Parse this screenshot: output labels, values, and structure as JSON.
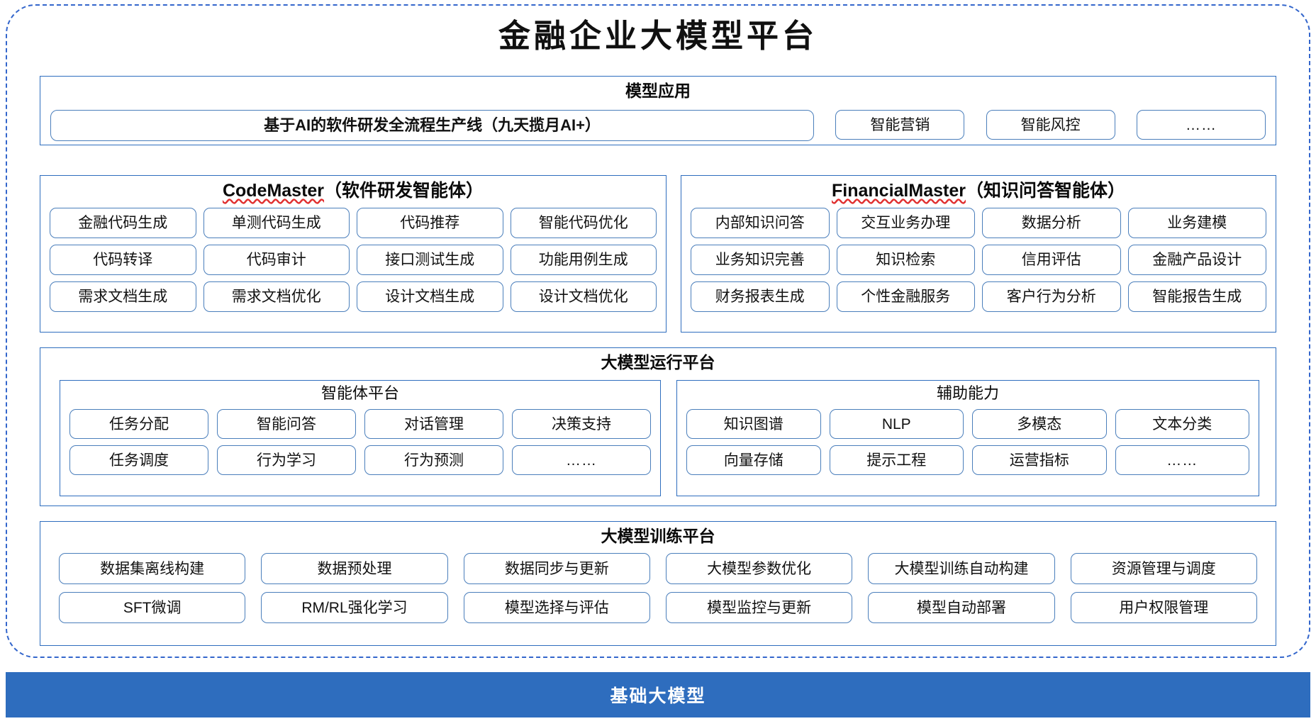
{
  "title": "金融企业大模型平台",
  "colors": {
    "frame_border": "#3366CC",
    "panel_border": "#2E6DBE",
    "chip_border": "#4A7EBB",
    "base_bar_bg": "#2E6DBE",
    "base_bar_text": "#FFFFFF",
    "spellcheck_underline": "#E03030"
  },
  "sections": {
    "apps": {
      "title": "模型应用",
      "items": [
        "基于AI的软件研发全流程生产线（九天揽月AI+）",
        "智能营销",
        "智能风控",
        "……"
      ]
    },
    "code_master": {
      "name": "CodeMaster",
      "suffix": "（软件研发智能体）",
      "rows": [
        [
          "金融代码生成",
          "单测代码生成",
          "代码推荐",
          "智能代码优化"
        ],
        [
          "代码转译",
          "代码审计",
          "接口测试生成",
          "功能用例生成"
        ],
        [
          "需求文档生成",
          "需求文档优化",
          "设计文档生成",
          "设计文档优化"
        ]
      ]
    },
    "financial_master": {
      "name": "FinancialMaster",
      "suffix": "（知识问答智能体）",
      "rows": [
        [
          "内部知识问答",
          "交互业务办理",
          "数据分析",
          "业务建模"
        ],
        [
          "业务知识完善",
          "知识检索",
          "信用评估",
          "金融产品设计"
        ],
        [
          "财务报表生成",
          "个性金融服务",
          "客户行为分析",
          "智能报告生成"
        ]
      ]
    },
    "runtime": {
      "title": "大模型运行平台",
      "agent_platform": {
        "title": "智能体平台",
        "rows": [
          [
            "任务分配",
            "智能问答",
            "对话管理",
            "决策支持"
          ],
          [
            "任务调度",
            "行为学习",
            "行为预测",
            "……"
          ]
        ]
      },
      "aux_capability": {
        "title": "辅助能力",
        "rows": [
          [
            "知识图谱",
            "NLP",
            "多模态",
            "文本分类"
          ],
          [
            "向量存储",
            "提示工程",
            "运营指标",
            "……"
          ]
        ]
      }
    },
    "training": {
      "title": "大模型训练平台",
      "rows": [
        [
          "数据集离线构建",
          "数据预处理",
          "数据同步与更新",
          "大模型参数优化",
          "大模型训练自动构建",
          "资源管理与调度"
        ],
        [
          "SFT微调",
          "RM/RL强化学习",
          "模型选择与评估",
          "模型监控与更新",
          "模型自动部署",
          "用户权限管理"
        ]
      ]
    }
  },
  "base_model_bar": {
    "label": "基础大模型"
  }
}
